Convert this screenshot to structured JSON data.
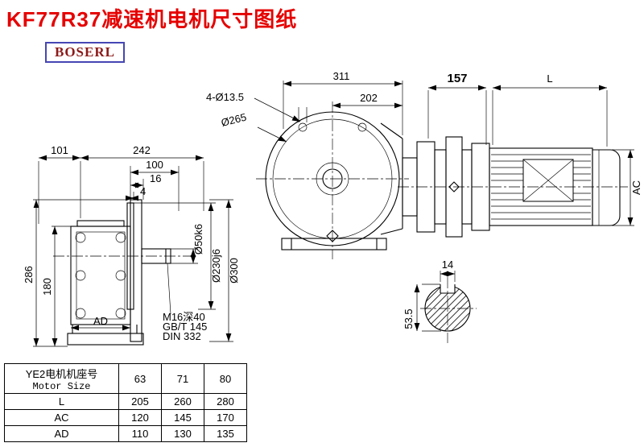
{
  "page": {
    "title": "KF77R37减速机电机尺寸图纸",
    "brand": "BOSERL"
  },
  "colors": {
    "title_red": "#e60000",
    "brand_border_blue": "#4646b4",
    "brand_text_maroon": "#8c1a1a",
    "line_black": "#000000"
  },
  "dims": {
    "front": {
      "d311": "311",
      "d202": "202",
      "holes": "4-Ø13.5",
      "d265": "Ø265"
    },
    "side": {
      "d101": "101",
      "d242": "242",
      "d100": "100",
      "d16": "16",
      "d4": "4",
      "d286": "286",
      "d180": "180",
      "ad": "AD",
      "d50": "Ø50k6",
      "d230": "Ø230j6",
      "d300": "Ø300",
      "note1": "M16深40",
      "note2": "GB/T 145",
      "note3": "DIN 332"
    },
    "motor": {
      "d157": "157",
      "L": "L",
      "AC": "AC"
    },
    "shaft": {
      "d14": "14",
      "d53_5": "53.5"
    }
  },
  "table": {
    "header_cn": "YE2电机机座号",
    "header_en": "Motor Size",
    "sizes": [
      "63",
      "71",
      "80"
    ],
    "rows": [
      {
        "label": "L",
        "values": [
          "205",
          "260",
          "280"
        ]
      },
      {
        "label": "AC",
        "values": [
          "120",
          "145",
          "170"
        ]
      },
      {
        "label": "AD",
        "values": [
          "110",
          "130",
          "135"
        ]
      }
    ]
  }
}
